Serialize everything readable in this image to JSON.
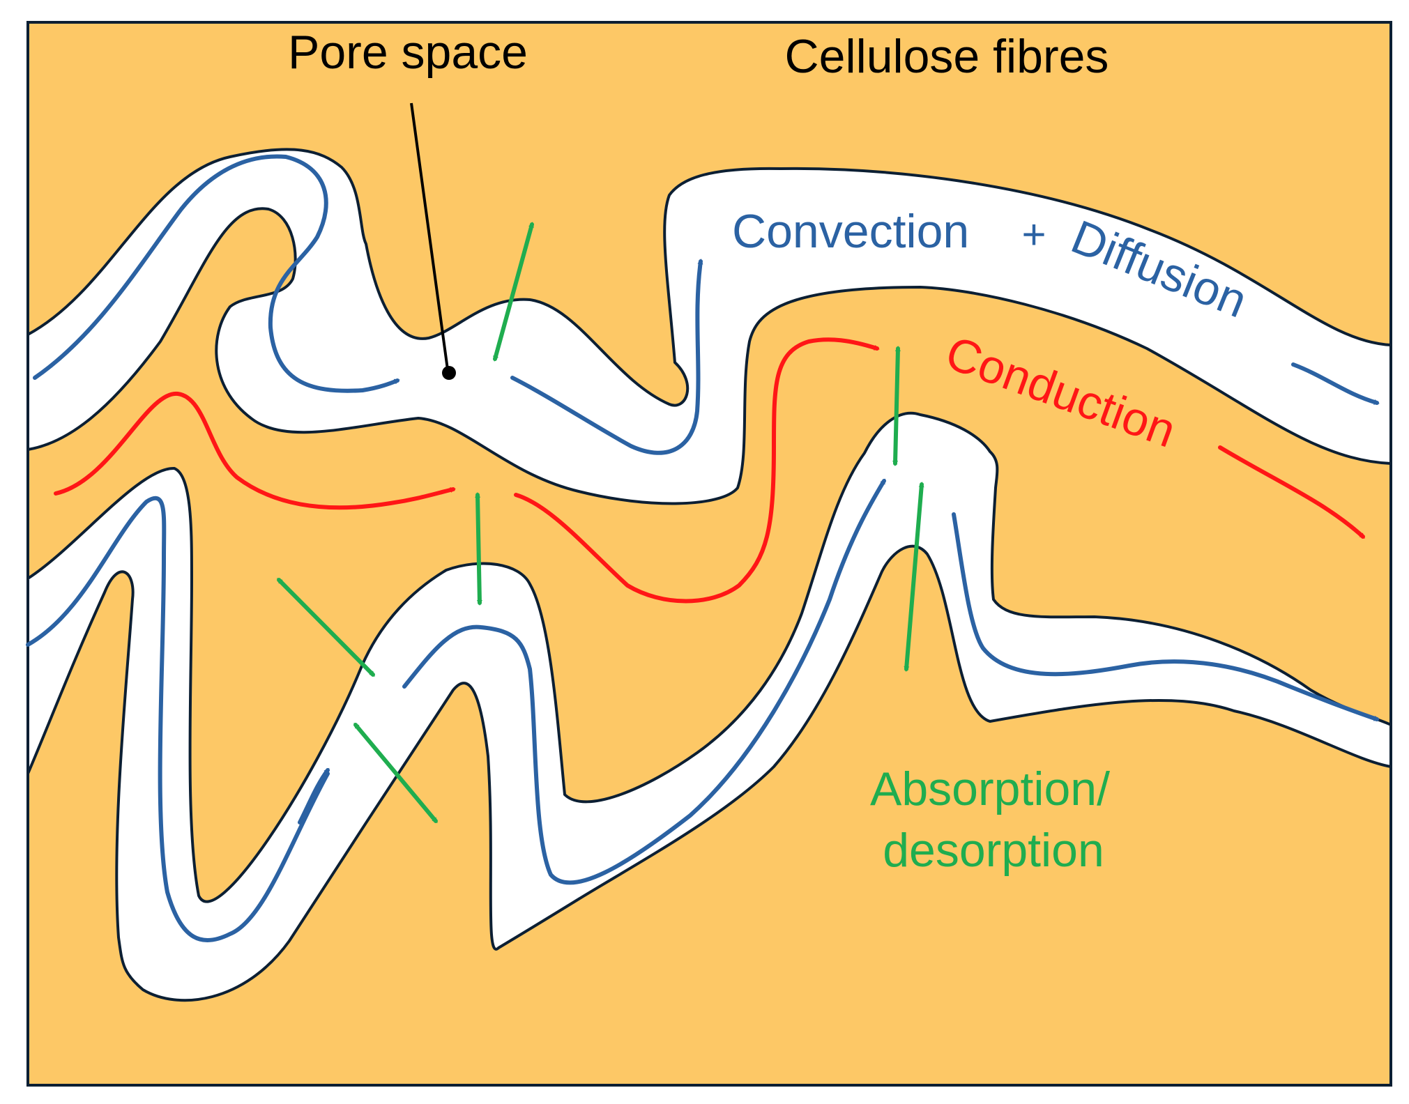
{
  "labels": {
    "pore_space": "Pore space",
    "cellulose_fibres": "Cellulose fibres",
    "convection": "Convection",
    "plus": "+",
    "diffusion": "Diffusion",
    "conduction": "Conduction",
    "absorption_line1": "Absorption/",
    "absorption_line2": "desorption"
  },
  "colors": {
    "fibre_fill": "#FDC866",
    "pore_fill": "#FFFFFF",
    "outline": "#0C1F33",
    "convection_diffusion": "#2B62A3",
    "conduction": "#FF1616",
    "absorption_desorption": "#1FAD4F",
    "pointer": "#000000"
  }
}
